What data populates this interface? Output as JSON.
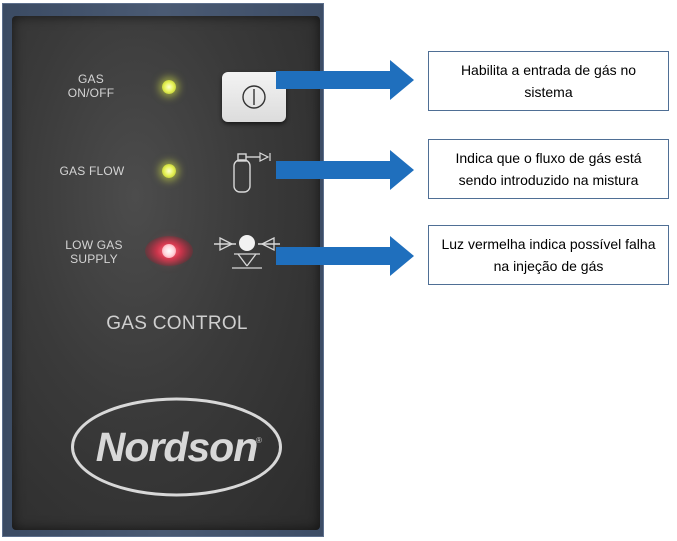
{
  "panel": {
    "rows": [
      {
        "label_line1": "GAS",
        "label_line2": "ON/OFF",
        "led_color": "#e8f35a"
      },
      {
        "label_line1": "GAS FLOW",
        "label_line2": "",
        "led_color": "#e8f35a"
      },
      {
        "label_line1": "LOW GAS",
        "label_line2": "SUPPLY",
        "led_color": "#ff5a70"
      }
    ],
    "title": "GAS CONTROL",
    "brand": "Nordson",
    "brand_mark": "®",
    "icons": {
      "power": "power-icon",
      "cylinder": "gas-cylinder-icon",
      "valve": "valve-icon"
    }
  },
  "callouts": [
    {
      "text": "Habilita a entrada de gás no sistema"
    },
    {
      "text": "Indica que o fluxo de gás está sendo introduzido na mistura"
    },
    {
      "text": "Luz vermelha indica possível falha na injeção de gás"
    }
  ],
  "colors": {
    "arrow": "#1f6fbd",
    "callout_border": "#4f6f95",
    "panel": "#3a3a3a"
  }
}
